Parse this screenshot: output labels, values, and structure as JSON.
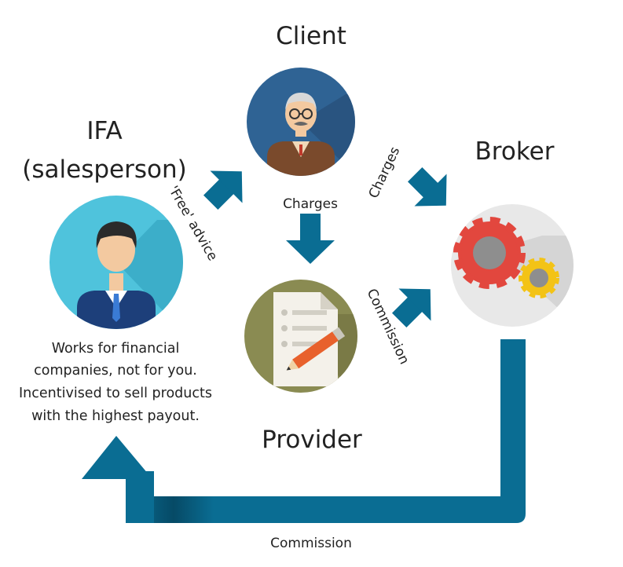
{
  "nodes": {
    "client": {
      "title": "Client"
    },
    "ifa": {
      "title_line1": "IFA",
      "title_line2": "(salesperson)"
    },
    "broker": {
      "title": "Broker"
    },
    "provider": {
      "title": "Provider"
    }
  },
  "edges": {
    "ifa_to_client": "'Free' advice",
    "client_to_provider": "Charges",
    "client_to_broker": "Charges",
    "provider_to_broker": "Commission",
    "broker_to_ifa": "Commission"
  },
  "ifa_description": [
    "Works for financial",
    "companies, not for you.",
    "Incentivised to sell products",
    "with the highest payout."
  ],
  "colors": {
    "arrow": "#0a6d93",
    "arrow_dark": "#064a66",
    "client_bg": "#2f6394",
    "ifa_bg": "#4fc3dc",
    "broker_bg": "#e8e8e8",
    "provider_bg": "#8a8b52",
    "gear_red": "#e2473e",
    "gear_yellow": "#f3c316"
  }
}
